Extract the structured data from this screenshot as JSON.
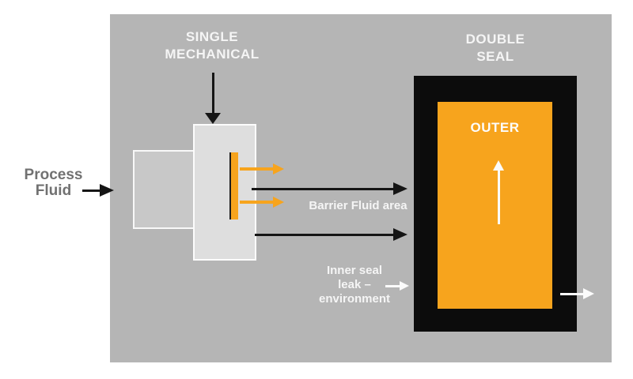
{
  "colors": {
    "page_bg": "#ffffff",
    "panel_gray": "#b5b5b5",
    "housing_gray": "#c8c8c8",
    "seal_body_gray": "#dedede",
    "accent_orange": "#f7a41d",
    "frame_black": "#0c0c0c",
    "light_text": "#f5f5f5",
    "dark_text": "#717171"
  },
  "titles": {
    "single_seal": {
      "line1": "SINGLE",
      "line2": "MECHANICAL"
    },
    "double_seal": {
      "line1": "DOUBLE",
      "line2": "SEAL"
    }
  },
  "labels": {
    "process_fluid": {
      "line1": "Process",
      "line2": "Fluid"
    },
    "barrier_fluid": "Barrier Fluid area",
    "inner_seal_leak": {
      "line1": "Inner seal",
      "line2": "leak –",
      "line3": "environment"
    },
    "outer": "OUTER"
  },
  "icons": {
    "single_seal_pointer": "down-arrow-icon",
    "process_fluid_pointer": "black-right-arrow-icon",
    "barrier_flow_top": "orange-right-arrow-icon",
    "barrier_flow_bottom": "orange-right-arrow-icon",
    "barrier_link_top": "black-right-arrow-icon",
    "barrier_link_bottom": "black-right-arrow-icon",
    "inner_leak_pointer": "white-right-arrow-icon",
    "outer_flow": "white-up-arrow-icon",
    "outer_leak": "white-right-arrow-icon"
  }
}
